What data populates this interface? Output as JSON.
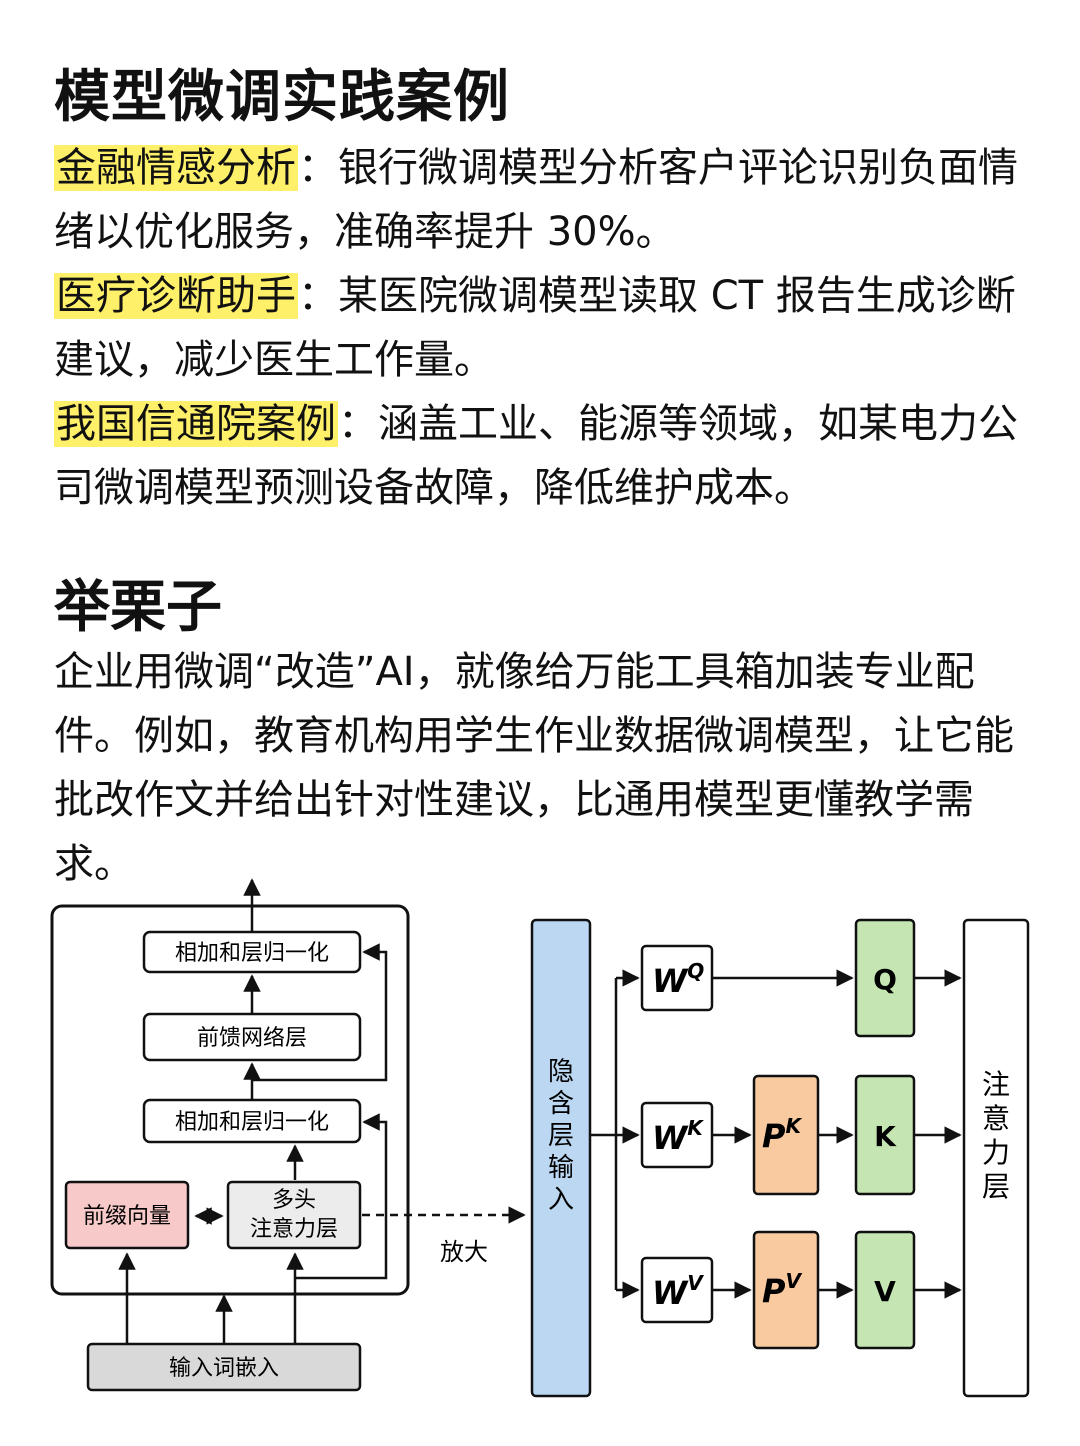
{
  "title": "模型微调实践案例",
  "cases": [
    {
      "label": "金融情感分析",
      "sep": "：",
      "text": "银行微调模型分析客户评论识别负面情绪以优化服务，准确率提升 30%。"
    },
    {
      "label": "医疗诊断助手",
      "sep": "：",
      "text": "某医院微调模型读取 CT 报告生成诊断建议，减少医生工作量。"
    },
    {
      "label": "我国信通院案例",
      "sep": "：",
      "text": "涵盖工业、能源等领域，如某电力公司微调模型预测设备故障，降低维护成本。"
    }
  ],
  "example": {
    "heading": "举栗子",
    "text": "企业用微调“改造”AI，就像给万能工具箱加装专业配件。例如，教育机构用学生作业数据微调模型，让它能批改作文并给出针对性建议，比通用模型更懂教学需求。"
  },
  "diagram": {
    "left": {
      "add_norm_top": "相加和层归一化",
      "ffn": "前馈网络层",
      "add_norm_bottom": "相加和层归一化",
      "prefix": "前缀向量",
      "mha_line1": "多头",
      "mha_line2": "注意力层",
      "embed": "输入词嵌入"
    },
    "zoom_label": "放大",
    "hidden_input": [
      "隐",
      "含",
      "层",
      "输",
      "入"
    ],
    "weights": [
      {
        "base": "W",
        "sup": "Q"
      },
      {
        "base": "W",
        "sup": "K"
      },
      {
        "base": "W",
        "sup": "V"
      }
    ],
    "prefixes": [
      {
        "base": "P",
        "sup": "K"
      },
      {
        "base": "P",
        "sup": "V"
      }
    ],
    "outputs": [
      "Q",
      "K",
      "V"
    ],
    "attention": [
      "注",
      "意",
      "力",
      "层"
    ],
    "colors": {
      "hidden": "#bcd7f2",
      "prefix_vec": "#f7c9c9",
      "mha": "#ececec",
      "embed": "#d9d9d9",
      "p_box": "#f9c9a0",
      "qkv": "#c5e6b3"
    }
  }
}
